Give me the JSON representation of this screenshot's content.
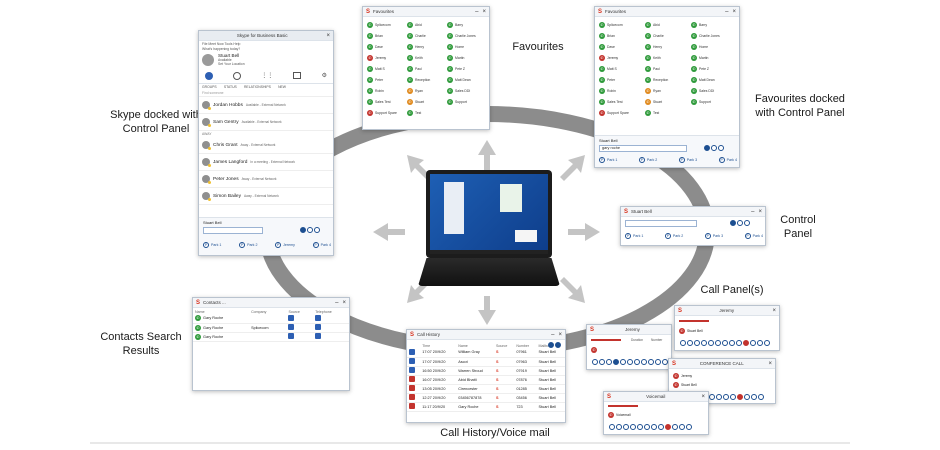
{
  "labels": {
    "skype_docked": "Skype docked with Control Panel",
    "favourites": "Favourites",
    "favourites_docked": "Favourites docked with Control Panel",
    "control_panel": "Control Panel",
    "call_panels": "Call Panel(s)",
    "contacts_search": "Contacts Search Results",
    "call_history": "Call History/Voice mail"
  },
  "favourites_window": {
    "title": "Favourites",
    "items": [
      {
        "name": "Splicecom",
        "status": "g"
      },
      {
        "name": "Abid",
        "status": "g"
      },
      {
        "name": "Barry",
        "status": "g"
      },
      {
        "name": "Brian",
        "status": "g"
      },
      {
        "name": "Charlie",
        "status": "g"
      },
      {
        "name": "Charlie Jones",
        "status": "g"
      },
      {
        "name": "Dave",
        "status": "g"
      },
      {
        "name": "Henry",
        "status": "g"
      },
      {
        "name": "Home",
        "status": "g"
      },
      {
        "name": "Jeremy",
        "status": "r"
      },
      {
        "name": "Keith",
        "status": "g"
      },
      {
        "name": "Martin",
        "status": "g"
      },
      {
        "name": "Matt S",
        "status": "g"
      },
      {
        "name": "Paul",
        "status": "g"
      },
      {
        "name": "Pete Z",
        "status": "g"
      },
      {
        "name": "Peter",
        "status": "g"
      },
      {
        "name": "Reception",
        "status": "g"
      },
      {
        "name": "Matt Dean",
        "status": "g"
      },
      {
        "name": "Robin",
        "status": "g"
      },
      {
        "name": "Ryan",
        "status": "o"
      },
      {
        "name": "Sales DDI",
        "status": "g"
      },
      {
        "name": "Sales Test",
        "status": "g"
      },
      {
        "name": "Stuart",
        "status": "o"
      },
      {
        "name": "Support",
        "status": "g"
      },
      {
        "name": "Support Spare",
        "status": "r"
      },
      {
        "name": "Test",
        "status": "g"
      }
    ]
  },
  "favourites_docked_window": {
    "title": "Favourites",
    "user": "Stuart Bell",
    "search": "gary roche",
    "parks": [
      "Park 1",
      "Park 2",
      "Park 3",
      "Park 4"
    ]
  },
  "control_panel_window": {
    "user": "Stuart Bell",
    "parks": [
      "Park 1",
      "Park 2",
      "Park 3",
      "Park 4"
    ]
  },
  "skype_window": {
    "title": "Skype for Business Basic",
    "menu": "File  Meet Now  Tools  Help",
    "prompt": "What's happening today?",
    "user": "Stuart Bell",
    "presence": "Available",
    "location": "Set Your Location",
    "tabs": [
      "GROUPS",
      "STATUS",
      "RELATIONSHIPS",
      "NEW"
    ],
    "search_placeholder": "Find someone",
    "group_header": "AWAY",
    "contacts": [
      {
        "name": "Jordan Hobbs",
        "status": "Available - External Network"
      },
      {
        "name": "Sam Gentry",
        "status": "Available - External Network"
      },
      {
        "name": "Chris Grant",
        "status": "Away - External Network"
      },
      {
        "name": "James Langford",
        "status": "In a meeting - External Network"
      },
      {
        "name": "Peter Jones",
        "status": "Away - External Network"
      },
      {
        "name": "Simon Bailey",
        "status": "Away - External Network"
      }
    ],
    "cp_user": "Stuart Bell",
    "parks": [
      "Park 1",
      "Park 2",
      "Jeremy",
      "Park 4"
    ]
  },
  "contacts_window": {
    "title": "Contacts ...",
    "headers": [
      "Name",
      "Company",
      "Source",
      "Telephone"
    ],
    "rows": [
      {
        "name": "Gary Roche",
        "company": ""
      },
      {
        "name": "Gary Roche",
        "company": "Splicecom"
      },
      {
        "name": "Gary Roche",
        "company": ""
      }
    ]
  },
  "call_history_window": {
    "title": "Call History",
    "headers": [
      "Time",
      "Name",
      "Source",
      "Number",
      "Mailbox"
    ],
    "rows": [
      {
        "type": "b",
        "time": "17:07 20/9/20",
        "name": "William Gray",
        "number": "07961",
        "mailbox": "Stuart Bell"
      },
      {
        "type": "b",
        "time": "17:07 20/9/20",
        "name": "Ascot",
        "number": "07963",
        "mailbox": "Stuart Bell"
      },
      {
        "type": "b",
        "time": "16:50 20/9/20",
        "name": "Warren Stroud",
        "number": "07919",
        "mailbox": "Stuart Bell"
      },
      {
        "type": "r",
        "time": "16:07 20/9/20",
        "name": "Abid Bhatti",
        "number": "07876",
        "mailbox": "Stuart Bell"
      },
      {
        "type": "r",
        "time": "13:05 20/9/20",
        "name": "Cirencester",
        "number": "01285",
        "mailbox": "Stuart Bell"
      },
      {
        "type": "r",
        "time": "12:27 20/9/20",
        "name": "03456787878",
        "number": "03456",
        "mailbox": "Stuart Bell"
      },
      {
        "type": "r",
        "time": "11:17 20/9/20",
        "name": "Gary Roche",
        "number": "723",
        "mailbox": "Stuart Bell"
      }
    ]
  },
  "call_panels": {
    "panel1_title": "Jeremy",
    "panel2_title": "Jeremy",
    "panel2_row": "Stuart Bell",
    "panel3_title": "CONFERENCE CALL",
    "panel3_rows": [
      "Jeremy",
      "Stuart Bell"
    ],
    "panel4_title": "Voicemail",
    "panel4_row": "Voicemail",
    "duration_label": "Duration",
    "number_label": "Number"
  },
  "colors": {
    "ring": "#8c8c8c",
    "arrow": "#c4c4c4",
    "accent": "#1d4f91"
  }
}
